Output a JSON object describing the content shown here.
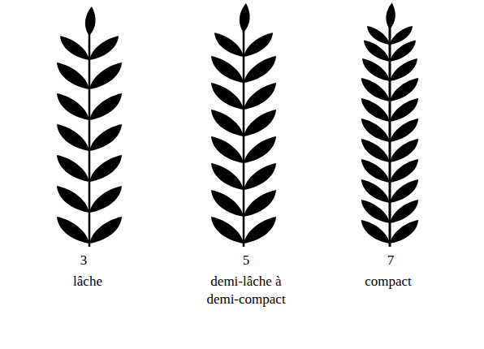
{
  "diagram": {
    "labels": [
      "3",
      "lâche",
      "5",
      "demi-lâche à demi-compact",
      "7",
      "compact"
    ]
  }
}
